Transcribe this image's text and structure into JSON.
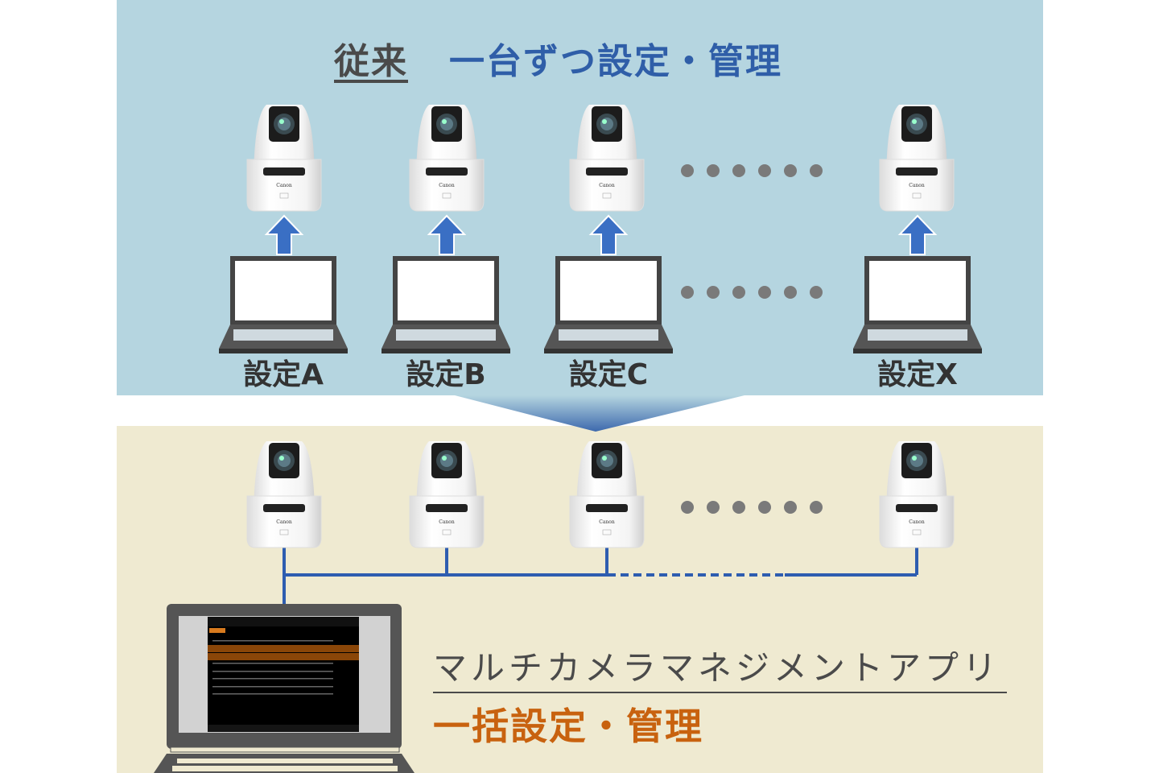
{
  "top": {
    "heading_prefix": "従来",
    "heading": "一台ずつ設定・管理",
    "labels": [
      "設定A",
      "設定B",
      "設定C",
      "設定X"
    ]
  },
  "bottom": {
    "app_name": "マルチカメラマネジメントアプリ",
    "heading": "一括設定・管理"
  },
  "camera_brand": "Canon",
  "colors": {
    "top_bg": "#b5d5e0",
    "bottom_bg": "#efead1",
    "blue": "#2f5ea8",
    "orange": "#c8620f",
    "text": "#444444",
    "arrow": "#3a6fc4",
    "line": "#2e5db0"
  }
}
